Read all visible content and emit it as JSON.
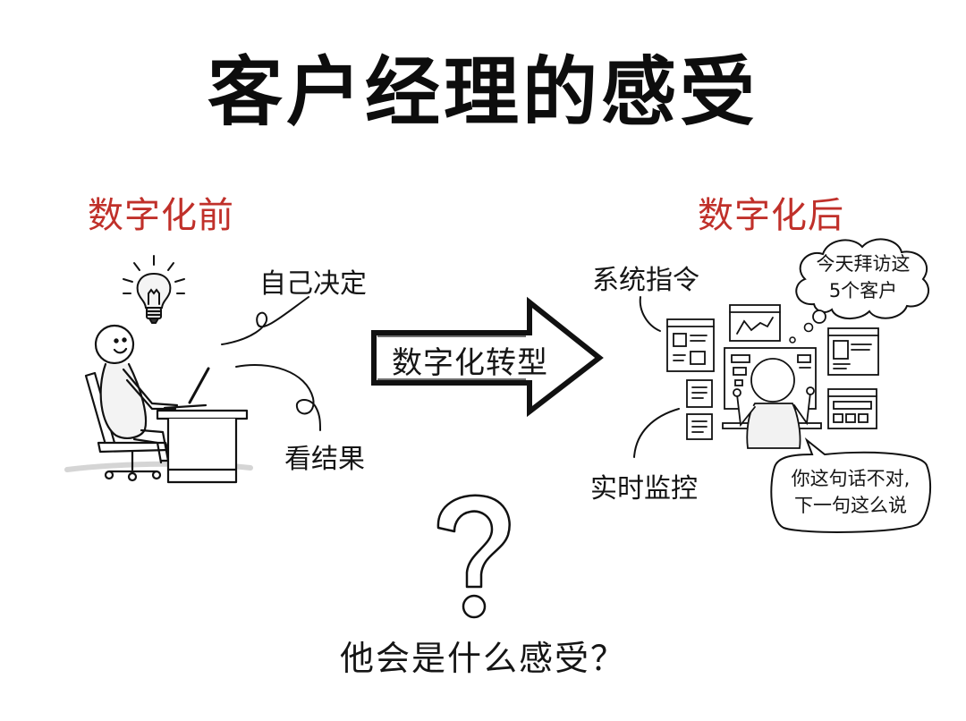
{
  "title": "客户经理的感受",
  "before": {
    "heading": "数字化前",
    "labels": {
      "decide": "自己决定",
      "results": "看结果"
    },
    "icons": [
      "lightbulb-icon",
      "person-at-desk-illustration"
    ]
  },
  "transition": {
    "arrow_label": "数字化转型",
    "icon": "right-arrow-icon"
  },
  "after": {
    "heading": "数字化后",
    "labels": {
      "system_command": "系统指令",
      "realtime_monitoring": "实时监控"
    },
    "thought_bubble": {
      "line1": "今天拜访这",
      "line2": "5个客户"
    },
    "speech_bubble": {
      "line1": "你这句话不对,",
      "line2": "下一句这么说"
    },
    "icons": [
      "person-surrounded-by-screens-illustration",
      "thought-cloud-icon",
      "speech-bubble-icon"
    ]
  },
  "footer": {
    "question": "他会是什么感受？",
    "icon": "question-mark-icon"
  },
  "colors": {
    "accent_red": "#c0302a",
    "ink": "#111111",
    "background": "#ffffff"
  }
}
